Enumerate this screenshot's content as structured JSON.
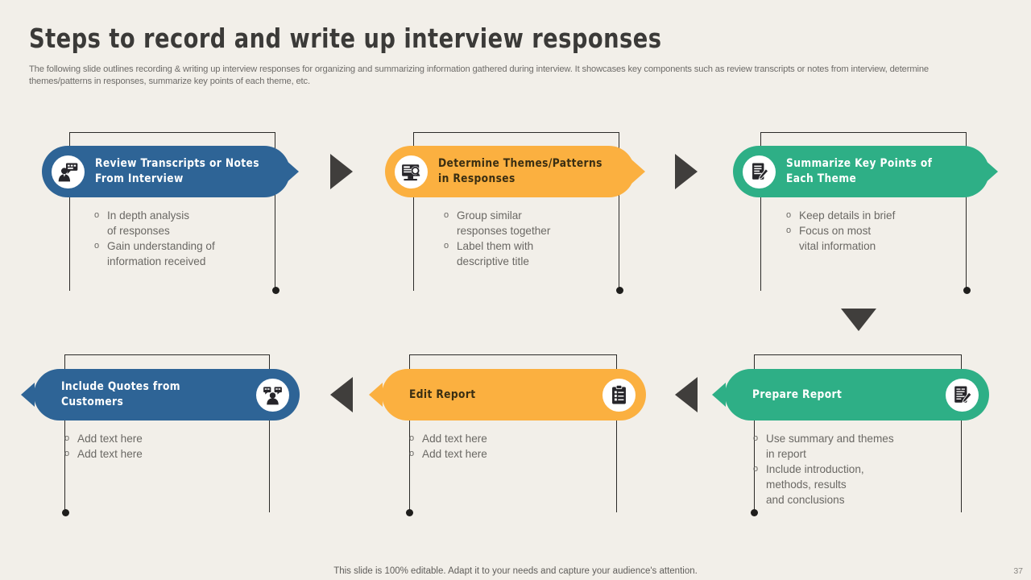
{
  "header": {
    "title": "Steps to record and write up interview responses",
    "subtitle": "The following slide outlines recording & writing up interview responses for organizing and summarizing information gathered during interview. It showcases key components such as review transcripts or notes from interview, determine themes/patterns in responses, summarize key points of each theme, etc."
  },
  "colors": {
    "background": "#F2EFE9",
    "blue": "#2E6496",
    "orange": "#FBB040",
    "green": "#2EAF86",
    "arrow_dark": "#403E3C",
    "frame_line": "#2B2A28",
    "body_text": "#6A6864",
    "title_text": "#3B3A38"
  },
  "steps": [
    {
      "id": "step-1",
      "title": "Review Transcripts  or Notes\nFrom Interview",
      "color": "#2E6496",
      "icon": "person-speech-bubble-icon",
      "icon_side": "left",
      "title_tone": "light",
      "bullets": [
        "In  depth analysis\nof responses",
        "Gain understanding  of\ninformation received"
      ]
    },
    {
      "id": "step-2",
      "title": "Determine  Themes/Patterns\nin Responses",
      "color": "#FBB040",
      "icon": "monitor-search-icon",
      "icon_side": "left",
      "title_tone": "dark",
      "bullets": [
        "Group  similar\nresponses together",
        "Label them with\ndescriptive title"
      ]
    },
    {
      "id": "step-3",
      "title": "Summarize  Key Points of\nEach Theme",
      "color": "#2EAF86",
      "icon": "document-pen-icon",
      "icon_side": "left",
      "title_tone": "light",
      "bullets": [
        "Keep details in brief",
        "Focus on most\nvital information"
      ]
    },
    {
      "id": "step-4",
      "title": "Prepare  Report",
      "color": "#2EAF86",
      "icon": "report-pen-icon",
      "icon_side": "right",
      "title_tone": "light",
      "bullets": [
        "Use summary  and themes\nin report",
        "Include  introduction,\nmethods,  results\nand conclusions"
      ]
    },
    {
      "id": "step-5",
      "title": "Edit  Report",
      "color": "#FBB040",
      "icon": "clipboard-checklist-icon",
      "icon_side": "right",
      "title_tone": "dark",
      "bullets": [
        "Add text  here",
        "Add text  here"
      ]
    },
    {
      "id": "step-6",
      "title": "Include  Quotes  from  Customers",
      "color": "#2E6496",
      "icon": "two-people-quotes-icon",
      "icon_side": "right",
      "title_tone": "light",
      "bullets": [
        "Add text  here",
        "Add text  here"
      ]
    }
  ],
  "connectors": [
    {
      "name": "connector-1-to-2",
      "direction": "right"
    },
    {
      "name": "connector-2-to-3",
      "direction": "right"
    },
    {
      "name": "connector-3-to-4",
      "direction": "down"
    },
    {
      "name": "connector-4-to-5",
      "direction": "left"
    },
    {
      "name": "connector-5-to-6",
      "direction": "left"
    }
  ],
  "bullet_marker": "o",
  "footer": {
    "note": "This slide is 100% editable. Adapt it to your needs and capture your audience's attention.",
    "page_number": "37"
  }
}
